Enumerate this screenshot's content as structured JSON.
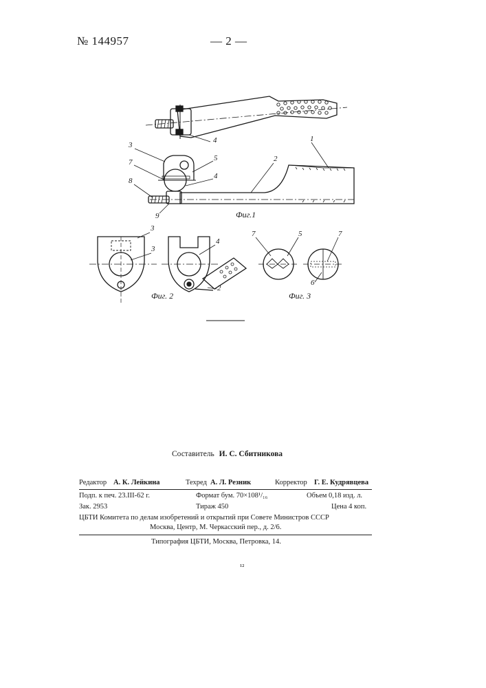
{
  "header": {
    "patent_number": "№ 144957",
    "page_number": "— 2 —"
  },
  "figures": {
    "fig1": {
      "caption": "Фиг.1",
      "callouts": [
        "1",
        "2",
        "3",
        "4",
        "5",
        "4",
        "7",
        "8",
        "9"
      ]
    },
    "fig2": {
      "caption": "Фиг. 2",
      "callouts": [
        "3",
        "3",
        "4",
        "2"
      ]
    },
    "fig3": {
      "caption": "Фиг. 3",
      "callouts": [
        "7",
        "5",
        "7",
        "6"
      ]
    }
  },
  "colophon": {
    "compiler_label": "Составитель",
    "compiler_name": "И. С. Сбитникова",
    "editor_label": "Редактор",
    "editor_name": "А. К. Лейкина",
    "techred_label": "Техред",
    "techred_name": "А. Л. Резник",
    "corrector_label": "Корректор",
    "corrector_name": "Г. Е. Кудрявцева",
    "signed": "Подп. к печ. 23.III-62 г.",
    "format": "Формат бум. 70×108¹/₁₆",
    "volume": "Объем 0,18 изд. л.",
    "order": "Зак. 2953",
    "run": "Тираж 450",
    "price": "Цена 4 коп.",
    "publisher_line1": "ЦБТИ Комитета по делам изобретений и открытий при Совете Министров СССР",
    "publisher_line2": "Москва, Центр, М. Черкасский пер., д. 2/6.",
    "printer": "Типография ЦБТИ, Москва, Петровка, 14."
  },
  "footer_mark": "¹²"
}
